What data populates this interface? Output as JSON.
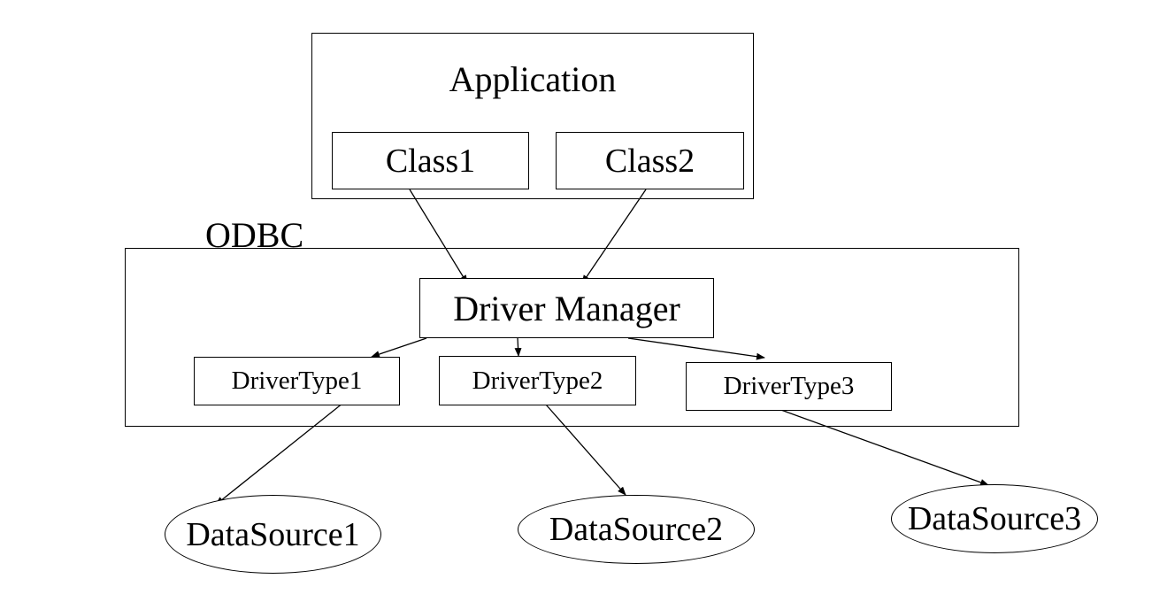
{
  "application": {
    "title": "Application",
    "classes": [
      "Class1",
      "Class2"
    ]
  },
  "odbc": {
    "label": "ODBC",
    "driver_manager": "Driver Manager",
    "driver_types": [
      "DriverType1",
      "DriverType2",
      "DriverType3"
    ]
  },
  "data_sources": [
    "DataSource1",
    "DataSource2",
    "DataSource3"
  ],
  "colors": {
    "line": "#000000",
    "background": "#ffffff"
  }
}
